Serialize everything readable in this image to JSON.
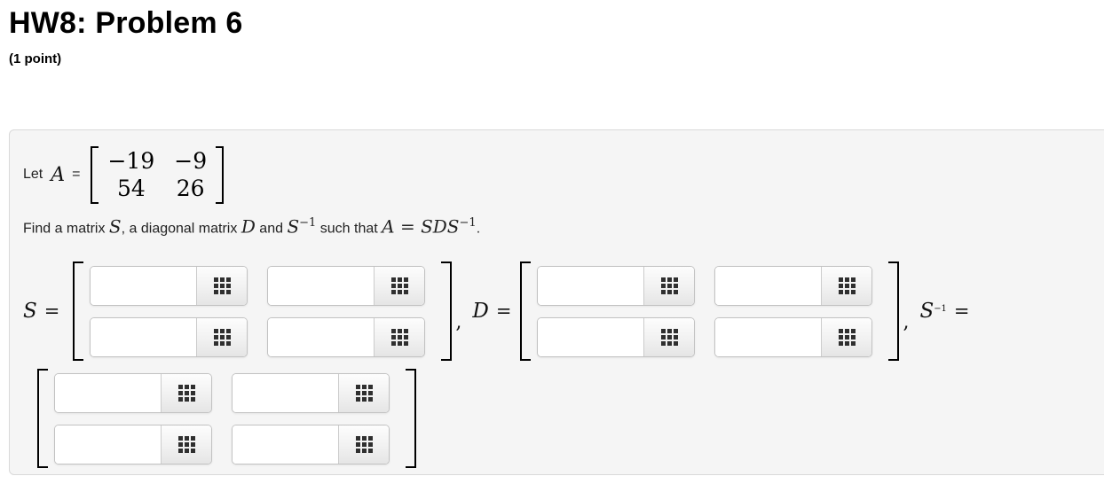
{
  "header": {
    "title": "HW8: Problem 6",
    "points": "(1 point)"
  },
  "problem": {
    "let_line": {
      "let": "Let",
      "var": "A",
      "eq": "="
    },
    "matrix_a": {
      "rows": [
        [
          "−19",
          "−9"
        ],
        [
          "54",
          "26"
        ]
      ]
    },
    "statement": {
      "t1": "Find a matrix ",
      "m1": "S",
      "t2": ", a diagonal matrix ",
      "m2": "D",
      "t3": " and ",
      "m3": "S",
      "m3_sup": "−1",
      "t4": " such that ",
      "m4": "A = SDS",
      "m4_sup": "−1",
      "t5": "."
    }
  },
  "answers": {
    "comma": ",",
    "s": {
      "var": "S",
      "sup": "",
      "eq": "=",
      "values": [
        [
          "",
          ""
        ],
        [
          "",
          ""
        ]
      ]
    },
    "d": {
      "var": "D",
      "sup": "",
      "eq": "=",
      "values": [
        [
          "",
          ""
        ],
        [
          "",
          ""
        ]
      ]
    },
    "s_inv": {
      "var": "S",
      "sup": "−1",
      "eq": "=",
      "values": [
        [
          "",
          ""
        ],
        [
          "",
          ""
        ]
      ]
    },
    "editor_button_icon": "grid-icon"
  },
  "colors": {
    "panel_background": "#f5f5f5",
    "panel_border": "#d9d9d9",
    "icon_squares": "#2f2f2f",
    "text": "#111111"
  }
}
